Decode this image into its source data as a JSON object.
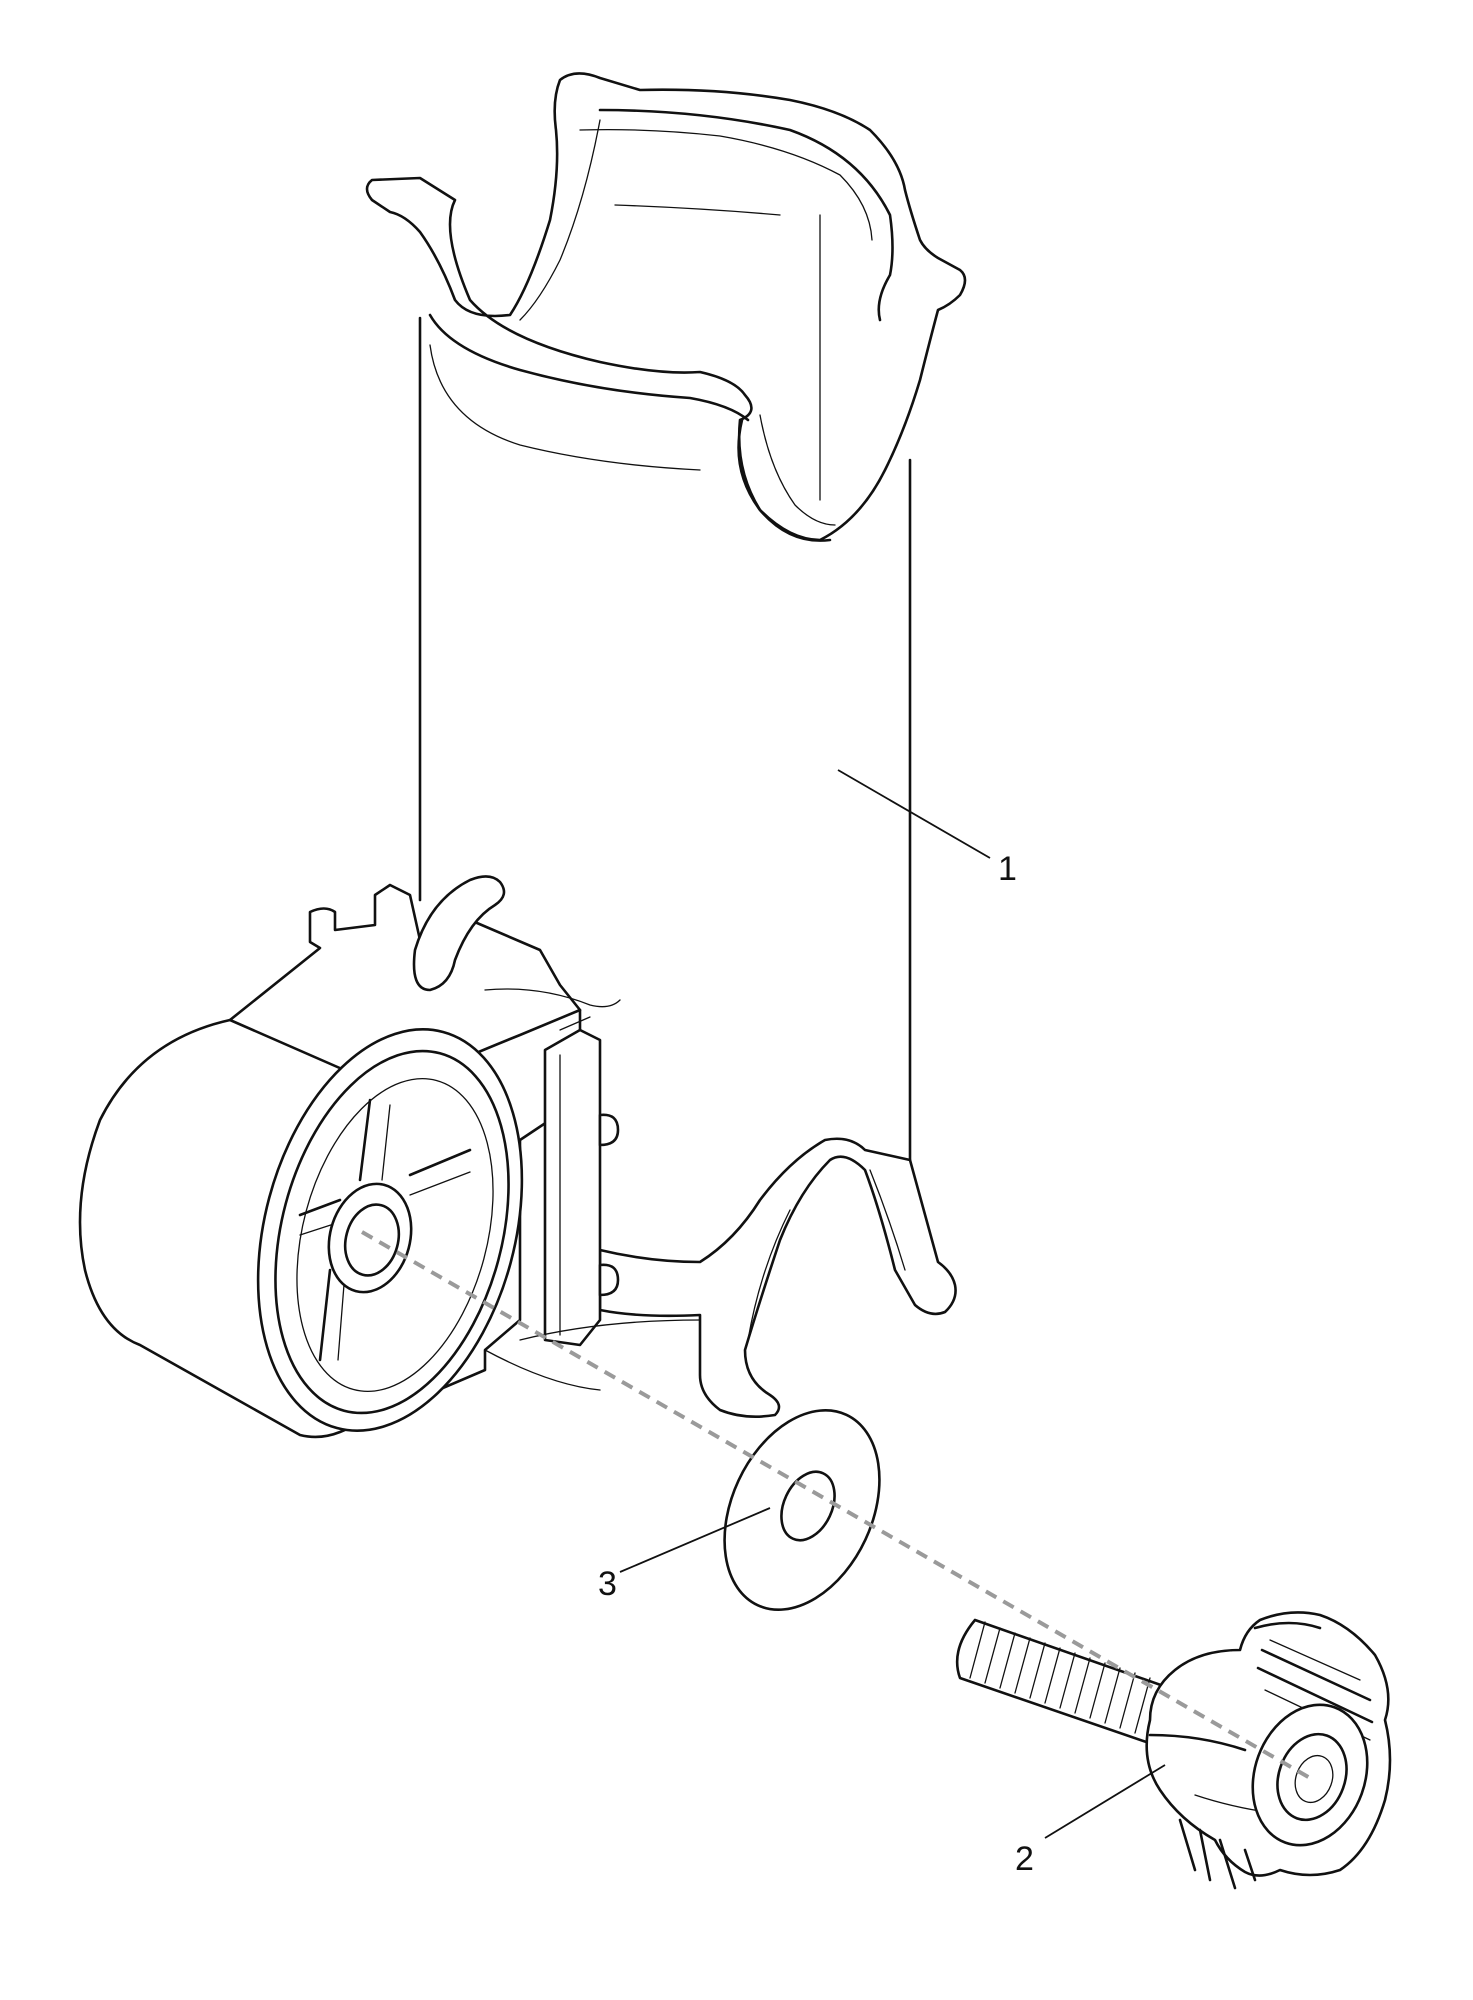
{
  "callouts": [
    {
      "id": "1",
      "label": "1",
      "part": "holder-body"
    },
    {
      "id": "2",
      "label": "2",
      "part": "knob-screw"
    },
    {
      "id": "3",
      "label": "3",
      "part": "washer"
    }
  ],
  "colors": {
    "stroke": "#111111",
    "axis": "#9a9a9a",
    "background": "#ffffff"
  }
}
